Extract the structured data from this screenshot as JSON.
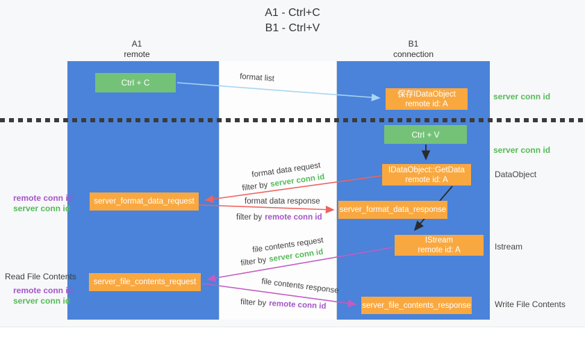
{
  "title": {
    "line1": "A1 - Ctrl+C",
    "line2": "B1 - Ctrl+V"
  },
  "lanes": {
    "a1": {
      "title": "A1",
      "subtitle": "remote"
    },
    "b1": {
      "title": "B1",
      "subtitle": "connection"
    }
  },
  "nodes": {
    "ctrl_c": {
      "label": "Ctrl + C"
    },
    "ctrl_v": {
      "label": "Ctrl + V"
    },
    "save_dataobject": {
      "line1": "保存IDataObject",
      "line2": "remote id: A"
    },
    "getdata": {
      "line1": "IDataObject::GetData",
      "line2": "remote id: A"
    },
    "istream": {
      "line1": "IStream",
      "line2": "remote id: A"
    },
    "format_request": {
      "label": "server_format_data_request"
    },
    "format_response": {
      "label": "server_format_data_response"
    },
    "file_request": {
      "label": "server_file_contents_request"
    },
    "file_response": {
      "label": "server_file_contents_response"
    }
  },
  "flow_labels": {
    "format_list": "format list",
    "format_data_request": "format data request",
    "format_data_response": "format data response",
    "file_contents_request": "file contents request",
    "file_contents_response": "file contents response",
    "filter_by": "filter by",
    "server_conn_id": "server conn id",
    "remote_conn_id": "remote conn id"
  },
  "side_labels": {
    "right_server_conn_id_top": "server conn id",
    "right_server_conn_id_mid": "server conn id",
    "right_dataobject": "DataObject",
    "right_istream": "Istream",
    "right_write_file": "Write File Contents",
    "left_remote_conn_id_top": "remote conn id",
    "left_server_conn_id_top": "server conn id",
    "left_read_file": "Read File Contents",
    "left_remote_conn_id_bottom": "remote conn id",
    "left_server_conn_id_bottom": "server conn id"
  },
  "colors": {
    "lane_blue": "#4a83d9",
    "node_green": "#74c278",
    "node_orange": "#f9a840",
    "text_green": "#55ba58",
    "text_purple": "#a455c8",
    "arrow_red": "#ee6360",
    "arrow_magenta": "#c45cc2",
    "arrow_blue": "#a9d5f0",
    "arrow_black": "#2b2b2b",
    "divider": "#3b3b3b"
  }
}
